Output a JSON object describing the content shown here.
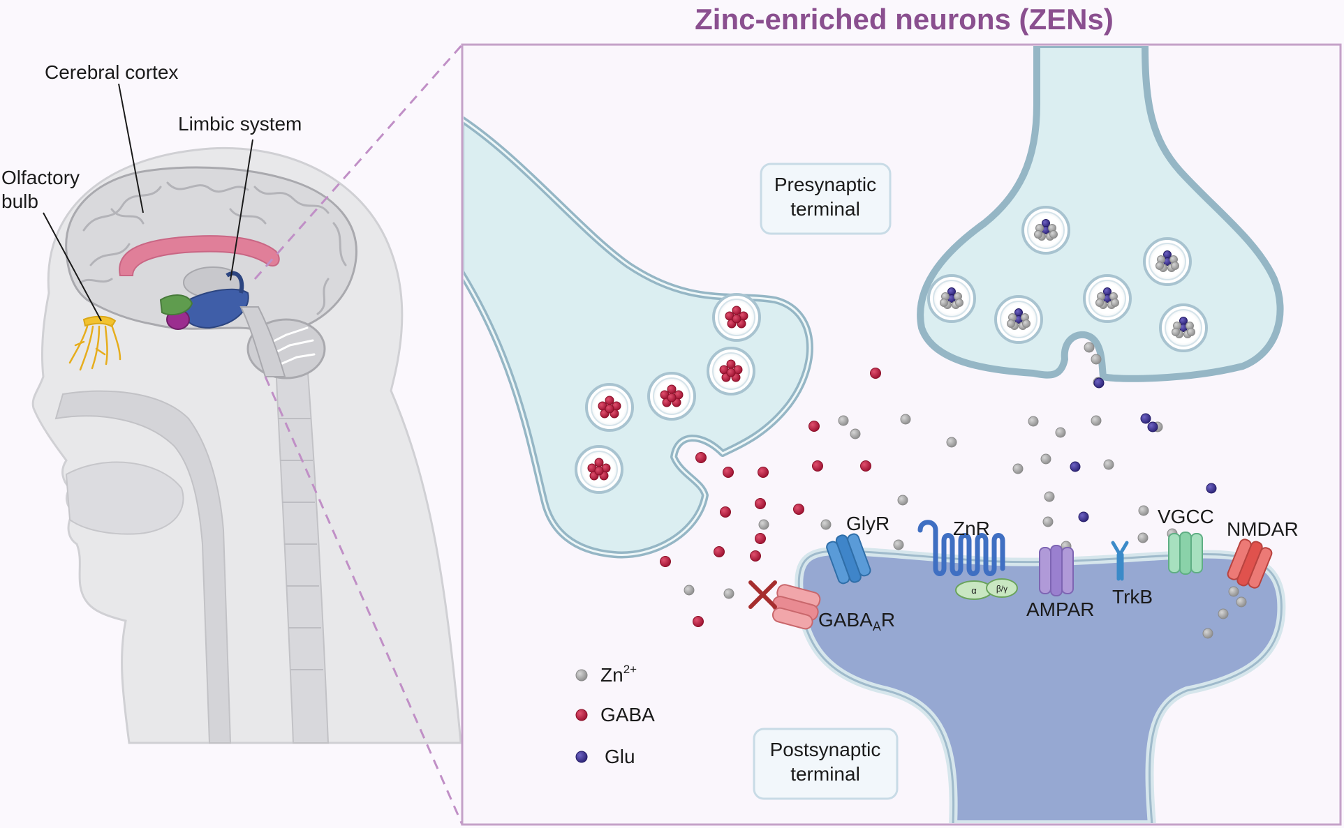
{
  "title": "Zinc-enriched neurons (ZENs)",
  "brain_labels": {
    "cortex": "Cerebral cortex",
    "limbic": "Limbic system",
    "olfactory_line1": "Olfactory",
    "olfactory_line2": "bulb"
  },
  "terminals": {
    "pre_line1": "Presynaptic",
    "pre_line2": "terminal",
    "post_line1": "Postsynaptic",
    "post_line2": "terminal"
  },
  "receptors": {
    "glyr": "GlyR",
    "znr": "ZnR",
    "znr_alpha": "α",
    "znr_beta": "β/γ",
    "gabaa_main": "GABA",
    "gabaa_sub": "A",
    "gabaa_end": "R",
    "ampar": "AMPAR",
    "trkb": "TrkB",
    "vgcc": "VGCC",
    "nmdar": "NMDAR"
  },
  "legend": {
    "zn_main": "Zn",
    "zn_sup": "2+",
    "gaba": "GABA",
    "glu": "Glu"
  },
  "colors": {
    "title": "#8a4f8f",
    "zinc": "#a9a9a9",
    "gaba": "#b8163a",
    "glu": "#3b2f93",
    "presynaptic": "#d8ecef",
    "postsynaptic": "#96a8d2",
    "frame": "#c4a1c8"
  }
}
